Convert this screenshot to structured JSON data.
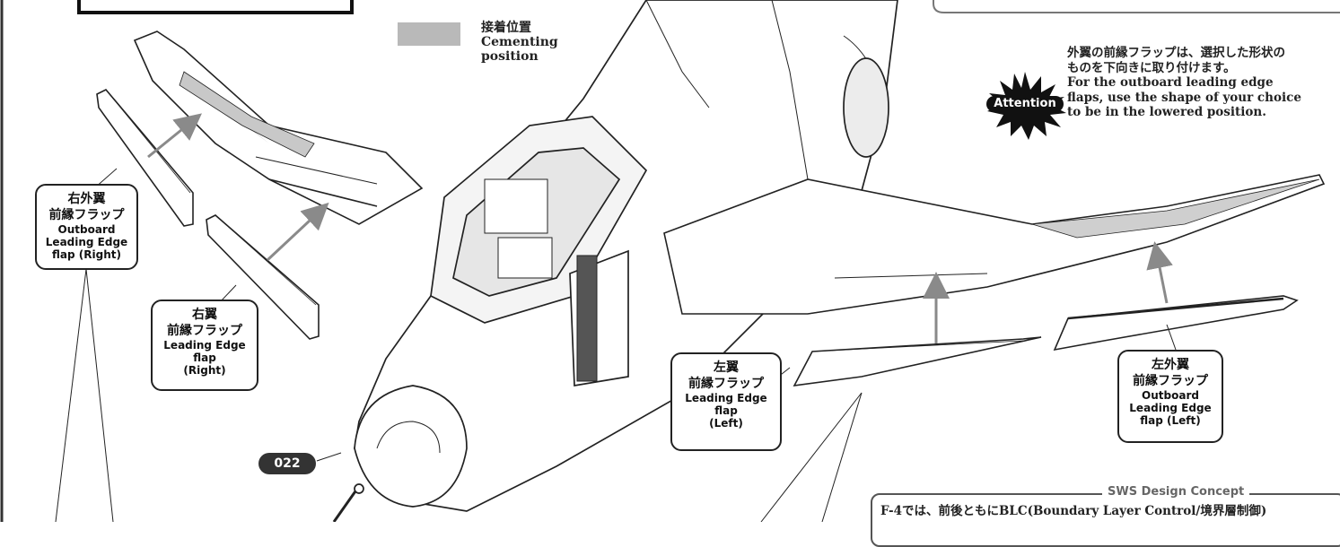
{
  "legend": {
    "jp": "接着位置",
    "en_line1": "Cementing",
    "en_line2": "position",
    "swatch_color": "#b9b9b9"
  },
  "attention": {
    "badge": "Attention",
    "jp_line1": "外翼の前縁フラップは、選択した形状の",
    "jp_line2": "ものを下向きに取り付けます。",
    "en_line1": "For the outboard leading edge",
    "en_line2": "flaps, use the shape of your choice",
    "en_line3": "to be in the lowered position."
  },
  "callouts": {
    "right_outboard": {
      "jp1": "右外翼",
      "jp2": "前縁フラップ",
      "en1": "Outboard",
      "en2": "Leading Edge",
      "en3": "flap (Right)"
    },
    "right": {
      "jp1": "右翼",
      "jp2": "前縁フラップ",
      "en1": "Leading Edge",
      "en2": "flap",
      "en3": "(Right)"
    },
    "left": {
      "jp1": "左翼",
      "jp2": "前縁フラップ",
      "en1": "Leading Edge",
      "en2": "flap",
      "en3": "(Left)"
    },
    "left_outboard": {
      "jp1": "左外翼",
      "jp2": "前縁フラップ",
      "en1": "Outboard",
      "en2": "Leading Edge",
      "en3": "flap (Left)"
    }
  },
  "part_number": "022",
  "concept": {
    "title": "SWS Design Concept",
    "text": "F-4では、前後ともにBLC(Boundary Layer Control/境界層制御)"
  },
  "colors": {
    "line": "#222222",
    "arrow": "#8a8a8a",
    "cement": "#b9b9b9",
    "badge_bg": "#111111"
  }
}
